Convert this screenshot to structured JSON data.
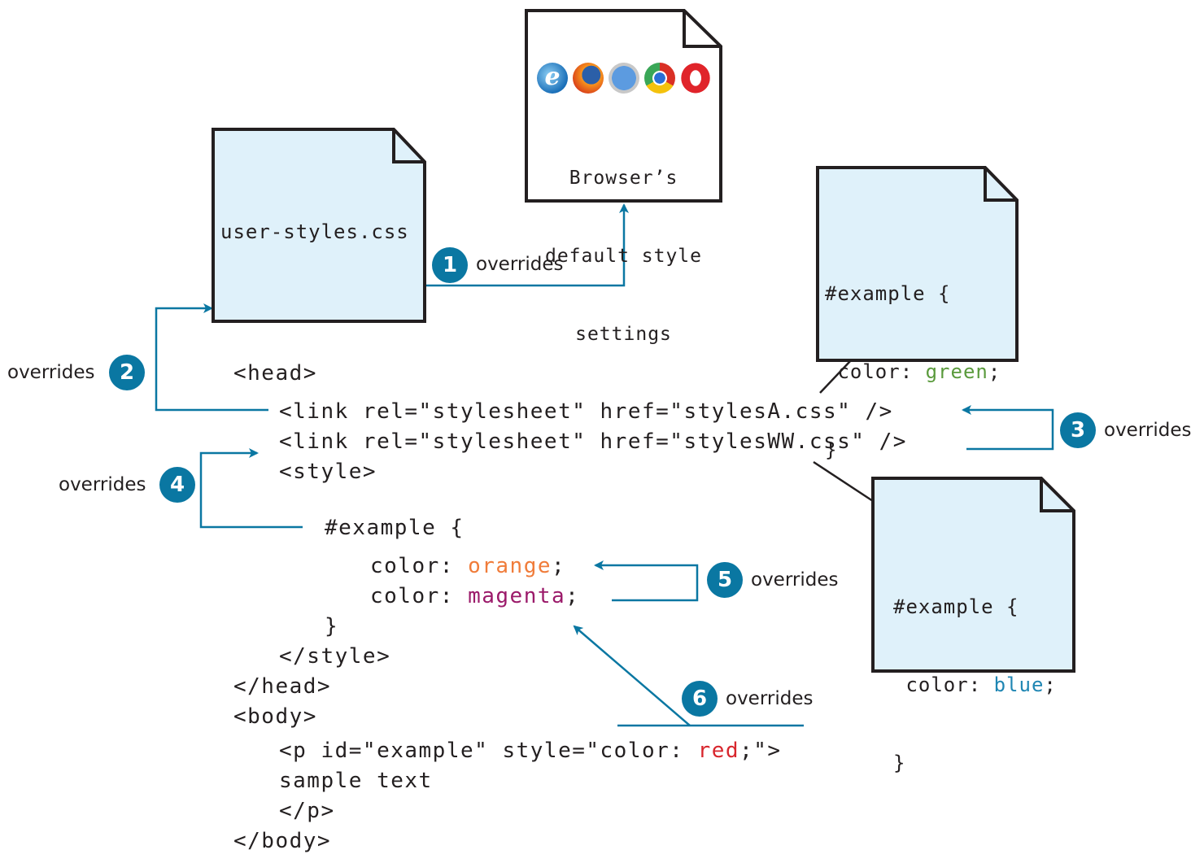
{
  "colors": {
    "accent": "#0a77a2",
    "doc_fill_blue": "#dff1fa",
    "doc_fill_white": "#ffffff",
    "stroke": "#231f20",
    "green": "#5a9a3c",
    "blue": "#1f86b3",
    "orange": "#f07c3a",
    "magenta": "#9b1a6a",
    "red": "#d8262d"
  },
  "documents": {
    "browser_defaults": {
      "icons": [
        "internet-explorer-icon",
        "firefox-icon",
        "safari-icon",
        "chrome-icon",
        "opera-icon"
      ],
      "lines": [
        "Browser’s",
        "default style",
        "settings"
      ]
    },
    "user_styles": {
      "label": "user-styles.css"
    },
    "styles_a": {
      "line1": "#example {",
      "line2_prop": " color: ",
      "line2_value": "green",
      "line2_end": ";",
      "line3": "}"
    },
    "styles_ww": {
      "line1": "#example {",
      "line2_prop": " color: ",
      "line2_value": "blue",
      "line2_end": ";",
      "line3": "}"
    }
  },
  "code": {
    "head_open": "<head>",
    "link_a": "<link rel=\"stylesheet\" href=\"stylesA.css\" />",
    "link_ww": "<link rel=\"stylesheet\" href=\"stylesWW.css\" />",
    "style_open": "<style>",
    "selector": "#example {",
    "orange_prop": "color: ",
    "orange_value": "orange",
    "orange_end": ";",
    "magenta_prop": "color: ",
    "magenta_value": "magenta",
    "magenta_end": ";",
    "rule_close": "}",
    "style_close": "</style>",
    "head_close": "</head>",
    "body_open": "<body>",
    "p_open_start": "<p id=\"example\" style=\"color: ",
    "p_open_value": "red",
    "p_open_end": ";\">",
    "sample_text": "sample text",
    "p_close": "</p>",
    "body_close": "</body>"
  },
  "callouts": [
    {
      "number": "1",
      "label": "overrides"
    },
    {
      "number": "2",
      "label": "overrides"
    },
    {
      "number": "3",
      "label": "overrides"
    },
    {
      "number": "4",
      "label": "overrides"
    },
    {
      "number": "5",
      "label": "overrides"
    },
    {
      "number": "6",
      "label": "overrides"
    }
  ]
}
